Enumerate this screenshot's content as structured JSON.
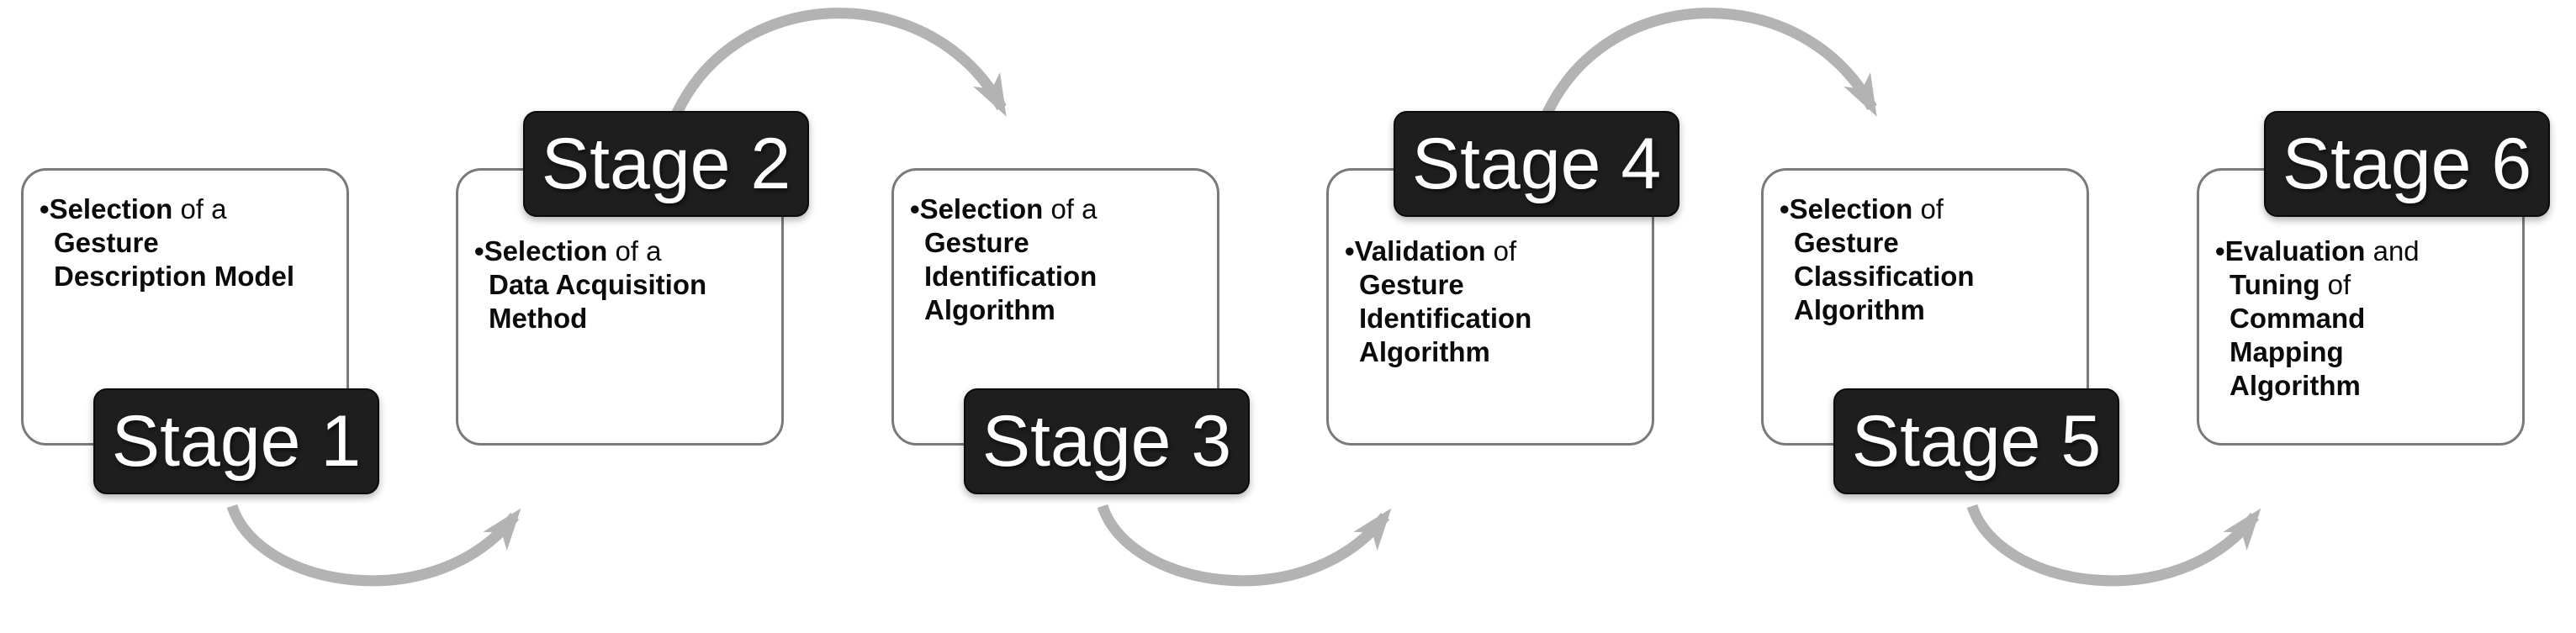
{
  "diagram": {
    "type": "process-flow",
    "bullet": "•",
    "colors": {
      "badge_bg": "#1e1e1e",
      "badge_text": "#ffffff",
      "box_bg": "#ffffff",
      "box_border": "#7a7a7a",
      "arrow": "#b3b3b3",
      "text": "#0b0b0b"
    },
    "stages": [
      {
        "badge": "Stage 1",
        "badge_position": "bottom",
        "lines": [
          [
            {
              "t": "•",
              "b": true
            },
            {
              "t": "Selection",
              "b": true
            },
            {
              "t": " of a",
              "b": false
            }
          ],
          [
            {
              "t": "Gesture",
              "b": true
            }
          ],
          [
            {
              "t": "Description Model",
              "b": true
            }
          ]
        ]
      },
      {
        "badge": "Stage 2",
        "badge_position": "top",
        "lines": [
          [
            {
              "t": "•",
              "b": true
            },
            {
              "t": "Selection",
              "b": true
            },
            {
              "t": " of a",
              "b": false
            }
          ],
          [
            {
              "t": "Data Acquisition",
              "b": true
            }
          ],
          [
            {
              "t": "Method",
              "b": true
            }
          ]
        ]
      },
      {
        "badge": "Stage 3",
        "badge_position": "bottom",
        "lines": [
          [
            {
              "t": "•",
              "b": true
            },
            {
              "t": "Selection",
              "b": true
            },
            {
              "t": " of a",
              "b": false
            }
          ],
          [
            {
              "t": "Gesture",
              "b": true
            }
          ],
          [
            {
              "t": "Identification",
              "b": true
            }
          ],
          [
            {
              "t": "Algorithm",
              "b": true
            }
          ]
        ]
      },
      {
        "badge": "Stage 4",
        "badge_position": "top",
        "lines": [
          [
            {
              "t": "•",
              "b": true
            },
            {
              "t": "Validation",
              "b": true
            },
            {
              "t": " of",
              "b": false
            }
          ],
          [
            {
              "t": "Gesture",
              "b": true
            }
          ],
          [
            {
              "t": "Identification",
              "b": true
            }
          ],
          [
            {
              "t": "Algorithm",
              "b": true
            }
          ]
        ]
      },
      {
        "badge": "Stage 5",
        "badge_position": "bottom",
        "lines": [
          [
            {
              "t": "•",
              "b": true
            },
            {
              "t": "Selection",
              "b": true
            },
            {
              "t": " of",
              "b": false
            }
          ],
          [
            {
              "t": "Gesture",
              "b": true
            }
          ],
          [
            {
              "t": "Classification",
              "b": true
            }
          ],
          [
            {
              "t": "Algorithm",
              "b": true
            }
          ]
        ]
      },
      {
        "badge": "Stage 6",
        "badge_position": "top",
        "lines": [
          [
            {
              "t": "•",
              "b": true
            },
            {
              "t": "Evaluation",
              "b": true
            },
            {
              "t": " and",
              "b": false
            }
          ],
          [
            {
              "t": "Tuning",
              "b": true
            },
            {
              "t": " of",
              "b": false
            }
          ],
          [
            {
              "t": "Command",
              "b": true
            }
          ],
          [
            {
              "t": "Mapping",
              "b": true
            }
          ],
          [
            {
              "t": "Algorithm",
              "b": true
            }
          ]
        ]
      }
    ],
    "arrows": [
      {
        "from": "Stage 1",
        "to": "Stage 2",
        "side": "bottom"
      },
      {
        "from": "Stage 2",
        "to": "Stage 3",
        "side": "top"
      },
      {
        "from": "Stage 3",
        "to": "Stage 4",
        "side": "bottom"
      },
      {
        "from": "Stage 4",
        "to": "Stage 5",
        "side": "top"
      },
      {
        "from": "Stage 5",
        "to": "Stage 6",
        "side": "bottom"
      }
    ]
  }
}
